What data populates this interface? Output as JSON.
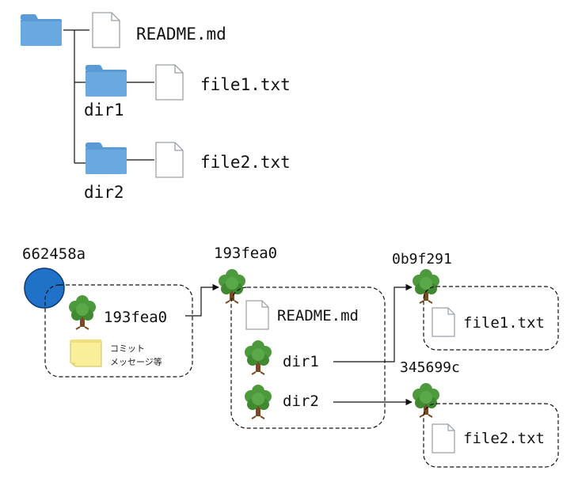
{
  "tree": {
    "readme": "README.md",
    "dir1": "dir1",
    "dir2": "dir2",
    "file1": "file1.txt",
    "file2": "file2.txt"
  },
  "objects": {
    "commit": {
      "hash": "662458a",
      "tree_ref": "193fea0",
      "note_line1": "コミット",
      "note_line2": "メッセージ等"
    },
    "root_tree": {
      "hash": "193fea0",
      "readme": "README.md",
      "dir1": "dir1",
      "dir2": "dir2"
    },
    "dir1_tree": {
      "hash": "0b9f291",
      "file": "file1.txt"
    },
    "dir2_tree": {
      "hash": "345699c",
      "file": "file2.txt"
    }
  },
  "colors": {
    "folder": "#5b9bd5",
    "folder_dark": "#4a88c4",
    "commit_circle": "#1f72c8",
    "tree_leaves": "#4c9a3c",
    "tree_trunk": "#7a4a22",
    "note": "#fbee9a"
  }
}
